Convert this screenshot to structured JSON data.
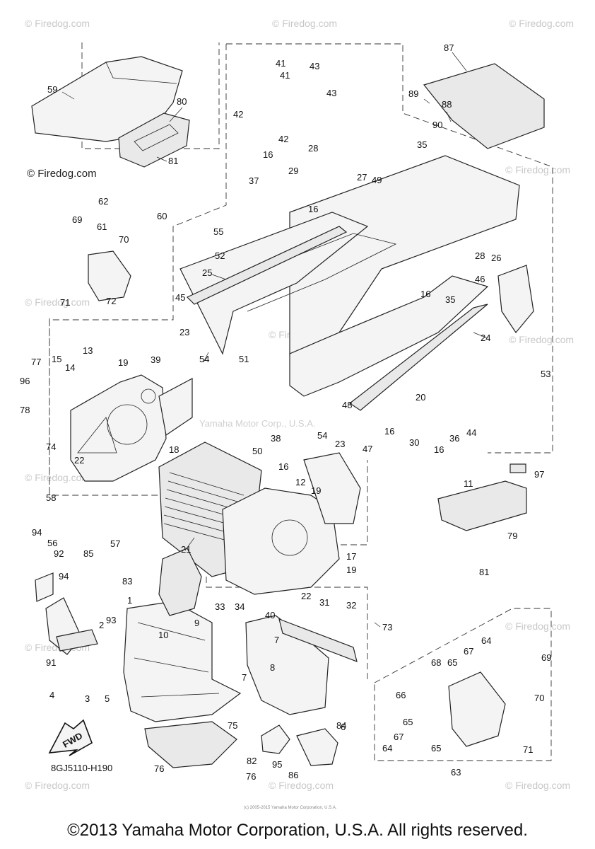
{
  "watermark": "© Firedog.com",
  "copyright_small": "(c) 2005-2015 Yamaha Motor Corporation, U.S.A.",
  "diagram_code": "8GJ5110-H190",
  "fwd_label": "FWD",
  "center_watermark": "Yamaha Motor Corp., U.S.A.",
  "footer": "©2013 Yamaha Motor Corporation, U.S.A. All rights reserved.",
  "callouts": [
    "1",
    "2",
    "3",
    "4",
    "5",
    "6",
    "7",
    "8",
    "9",
    "10",
    "11",
    "12",
    "13",
    "14",
    "15",
    "16",
    "17",
    "18",
    "19",
    "20",
    "21",
    "22",
    "23",
    "24",
    "25",
    "26",
    "27",
    "28",
    "29",
    "30",
    "31",
    "32",
    "33",
    "34",
    "35",
    "36",
    "37",
    "38",
    "39",
    "40",
    "41",
    "42",
    "43",
    "44",
    "45",
    "46",
    "47",
    "48",
    "49",
    "50",
    "51",
    "52",
    "53",
    "54",
    "55",
    "56",
    "57",
    "58",
    "59",
    "60",
    "61",
    "62",
    "63",
    "64",
    "65",
    "66",
    "67",
    "68",
    "69",
    "70",
    "71",
    "72",
    "73",
    "74",
    "75",
    "76",
    "77",
    "78",
    "79",
    "80",
    "81",
    "82",
    "83",
    "84",
    "85",
    "86",
    "87",
    "88",
    "89",
    "90",
    "91",
    "92",
    "93",
    "94",
    "95",
    "96",
    "97"
  ]
}
